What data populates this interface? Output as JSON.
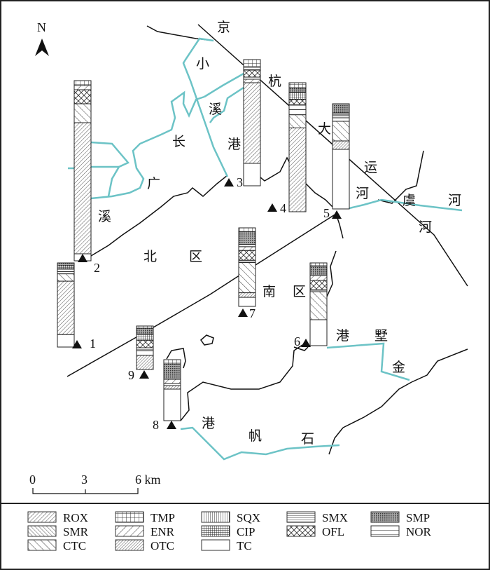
{
  "north_label": "N",
  "place_labels": [
    "京",
    "杭",
    "大",
    "运",
    "河",
    "小",
    "溪",
    "港",
    "长",
    "广",
    "溪",
    "北",
    "区",
    "南",
    "区",
    "虞",
    "河",
    "河",
    "港",
    "墅",
    "金",
    "港",
    "帆",
    "石"
  ],
  "scale": {
    "ticks": [
      "0",
      "3",
      "6 km"
    ]
  },
  "colors": {
    "river": "#6cc3c6",
    "line": "#111111",
    "frame": "#222222"
  },
  "legend": [
    {
      "code": "ROX"
    },
    {
      "code": "TMP"
    },
    {
      "code": "SQX"
    },
    {
      "code": "SMX"
    },
    {
      "code": "SMP"
    },
    {
      "code": "SMR"
    },
    {
      "code": "ENR"
    },
    {
      "code": "CIP"
    },
    {
      "code": "OFL"
    },
    {
      "code": "NOR"
    },
    {
      "code": "CTC"
    },
    {
      "code": "OTC"
    },
    {
      "code": "TC"
    }
  ],
  "sites": [
    {
      "id": "1",
      "layers": [
        [
          "SMP",
          4
        ],
        [
          "CIP",
          4
        ],
        [
          "NOR",
          4
        ],
        [
          "SMX",
          3
        ],
        [
          "CTC",
          10
        ],
        [
          "ROX",
          73
        ],
        [
          "TC",
          17
        ]
      ]
    },
    {
      "id": "2",
      "layers": [
        [
          "TMP",
          7
        ],
        [
          "ENR",
          6
        ],
        [
          "OFL",
          20
        ],
        [
          "CTC",
          27
        ],
        [
          "ROX",
          187
        ],
        [
          "TC",
          10
        ]
      ]
    },
    {
      "id": "3",
      "layers": [
        [
          "TMP",
          10
        ],
        [
          "SMX",
          5
        ],
        [
          "OFL",
          10
        ],
        [
          "NOR",
          3
        ],
        [
          "ENR",
          5
        ],
        [
          "ROX",
          115
        ],
        [
          "TC",
          32
        ]
      ]
    },
    {
      "id": "4",
      "layers": [
        [
          "TMP",
          7
        ],
        [
          "SMP",
          6
        ],
        [
          "CIP",
          10
        ],
        [
          "OFL",
          7
        ],
        [
          "NOR",
          7
        ],
        [
          "TC",
          7
        ],
        [
          "CTC",
          18
        ],
        [
          "ROX",
          115
        ]
      ]
    },
    {
      "id": "5",
      "layers": [
        [
          "SMP",
          13
        ],
        [
          "NOR",
          3
        ],
        [
          "SMX",
          4
        ],
        [
          "NOR",
          5
        ],
        [
          "CTC",
          28
        ],
        [
          "OTC",
          12
        ],
        [
          "TC",
          85
        ]
      ]
    },
    {
      "id": "6",
      "layers": [
        [
          "TMP",
          5
        ],
        [
          "SMP",
          13
        ],
        [
          "ENR",
          7
        ],
        [
          "OFL",
          13
        ],
        [
          "NOR",
          3
        ],
        [
          "CTC",
          40
        ],
        [
          "TC",
          37
        ]
      ]
    },
    {
      "id": "7",
      "layers": [
        [
          "TMP",
          5
        ],
        [
          "SMP",
          17
        ],
        [
          "NOR",
          3
        ],
        [
          "ENR",
          5
        ],
        [
          "OFL",
          13
        ],
        [
          "NOR",
          3
        ],
        [
          "CTC",
          40
        ],
        [
          "OTC",
          6
        ],
        [
          "TC",
          12
        ]
      ]
    },
    {
      "id": "8",
      "layers": [
        [
          "TMP",
          6
        ],
        [
          "SMP",
          22
        ],
        [
          "ENR",
          6
        ],
        [
          "NOR",
          3
        ],
        [
          "OTC",
          5
        ],
        [
          "TC",
          45
        ]
      ]
    },
    {
      "id": "9",
      "layers": [
        [
          "TMP",
          3
        ],
        [
          "SMP",
          8
        ],
        [
          "CIP",
          8
        ],
        [
          "OFL",
          10
        ],
        [
          "NOR",
          4
        ],
        [
          "TC",
          6
        ],
        [
          "OTC",
          19
        ]
      ]
    }
  ]
}
